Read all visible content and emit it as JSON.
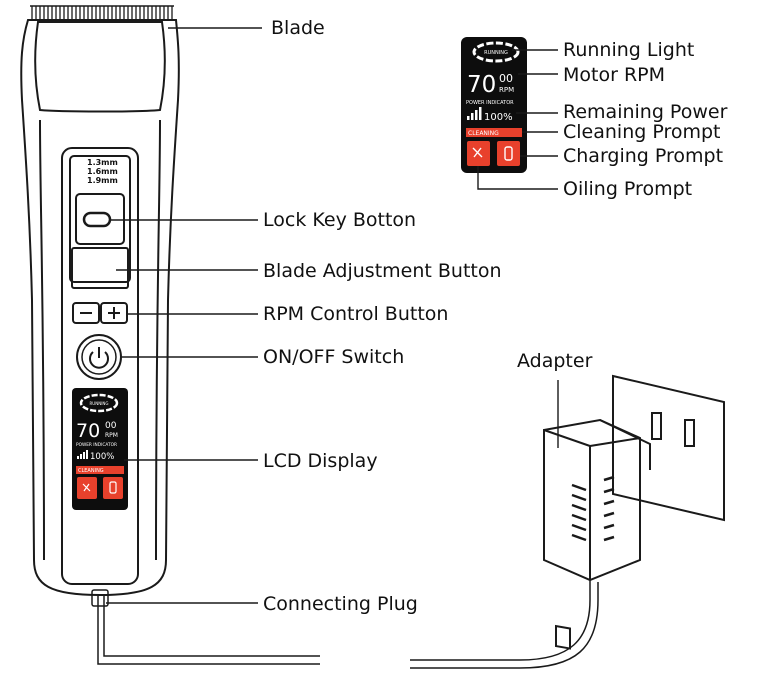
{
  "labels": {
    "blade": "Blade",
    "lock_key": "Lock Key Botton",
    "blade_adjust": "Blade Adjustment Button",
    "rpm_control": "RPM Control Button",
    "on_off": "ON/OFF Switch",
    "lcd_display": "LCD Display",
    "connecting_plug": "Connecting Plug",
    "adapter": "Adapter",
    "running_light": "Running Light",
    "motor_rpm": "Motor RPM",
    "remaining_power": "Remaining Power",
    "cleaning_prompt": "Cleaning Prompt",
    "charging_prompt": "Charging Prompt",
    "oiling_prompt": "Oiling Prompt"
  },
  "lcd": {
    "running": "RUNNING",
    "rpm_value": "70",
    "rpm_small": "00",
    "rpm_unit": "RPM",
    "power_indicator": "POWER INDICATOR",
    "power_value": "100%",
    "cleaning": "CLEANING"
  },
  "blade_guide": [
    "1.3mm",
    "1.6mm",
    "1.9mm"
  ],
  "rpm_buttons": {
    "minus": "−",
    "plus": "+"
  },
  "colors": {
    "accent_red": "#e8412c",
    "lcd_bg": "#0d0d0d",
    "line": "#1a1a1a"
  }
}
